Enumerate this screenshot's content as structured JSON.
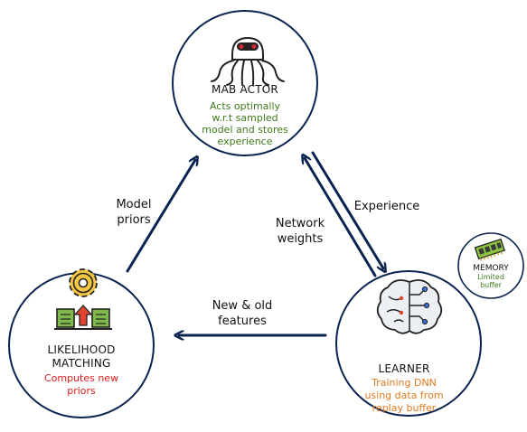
{
  "colors": {
    "outline": "#0b2350",
    "actor_text": "#3f7a1c",
    "learner_text": "#e07a1f",
    "matching_text": "#e01b1b",
    "memory_text": "#3f7a1c"
  },
  "nodes": {
    "actor": {
      "title": "MAB ACTOR",
      "icon": "octopus-robot-icon",
      "desc": [
        "Acts optimally",
        "w.r.t sampled",
        "model and stores",
        "experience"
      ]
    },
    "matching": {
      "title_lines": [
        "LIKELIHOOD",
        "MATCHING"
      ],
      "icon": "gear-books-icon",
      "desc": [
        "Computes new",
        "priors"
      ]
    },
    "learner": {
      "title": "LEARNER",
      "icon": "brain-circuit-icon",
      "desc": [
        "Training DNN",
        "using data from",
        "replay buffer"
      ]
    },
    "memory": {
      "title": "MEMORY",
      "icon": "memory-chip-icon",
      "desc": [
        "Limited",
        "buffer"
      ]
    }
  },
  "edges": {
    "model_priors": [
      "Model",
      "priors"
    ],
    "network_weights": [
      "Network",
      "weights"
    ],
    "experience": [
      "Experience"
    ],
    "features": [
      "New & old",
      "features"
    ]
  }
}
